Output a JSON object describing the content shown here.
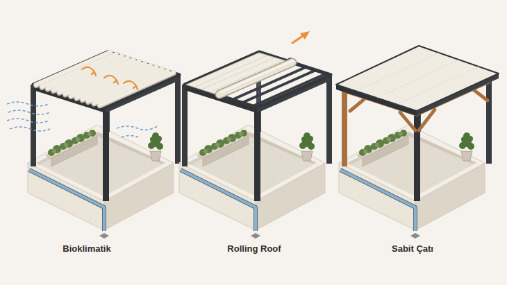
{
  "diagram": {
    "labels": [
      "Bioklimatik",
      "Rolling Roof",
      "Sabit Çatı"
    ]
  }
}
